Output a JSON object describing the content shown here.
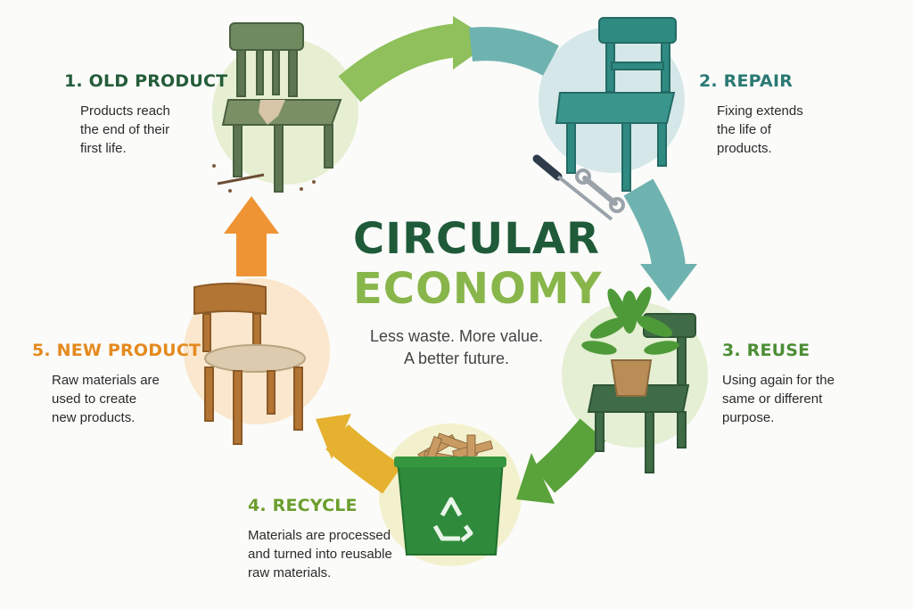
{
  "title": {
    "line1": "CIRCULAR",
    "line2": "ECONOMY",
    "tagline_1": "Less waste. More value.",
    "tagline_2": "A better future."
  },
  "steps": [
    {
      "heading": "1. OLD PRODUCT",
      "lines": [
        "Products reach",
        "the end of their",
        "first life."
      ],
      "color": "#245c3a"
    },
    {
      "heading": "2. REPAIR",
      "lines": [
        "Fixing extends",
        "the life of",
        "products."
      ],
      "color": "#2b7a74"
    },
    {
      "heading": "3. REUSE",
      "lines": [
        "Using again for the",
        "same or different",
        "purpose."
      ],
      "color": "#4b8e35"
    },
    {
      "heading": "4. RECYCLE",
      "lines": [
        "Materials are processed",
        "and turned into reusable",
        "raw materials."
      ],
      "color": "#6c9e2e"
    },
    {
      "heading": "5. NEW PRODUCT",
      "lines": [
        "Raw materials are",
        "used to create",
        "new products."
      ],
      "color": "#e58a1f"
    }
  ],
  "icons": {
    "old_product": "broken-chair-icon",
    "repair": "repaired-chair-icon",
    "repair_tools": "screwdriver-wrench-icon",
    "reuse": "chair-with-plant-icon",
    "recycle": "recycle-bin-icon",
    "new_product": "new-wooden-chair-icon"
  },
  "colors": {
    "arrow_1_to_2": "#8fc05b",
    "arrow_2_to_3": "#6fb3b0",
    "arrow_3_to_4": "#5aa23a",
    "arrow_4_to_5": "#e5b12f",
    "arrow_5_to_1": "#ef9434"
  }
}
